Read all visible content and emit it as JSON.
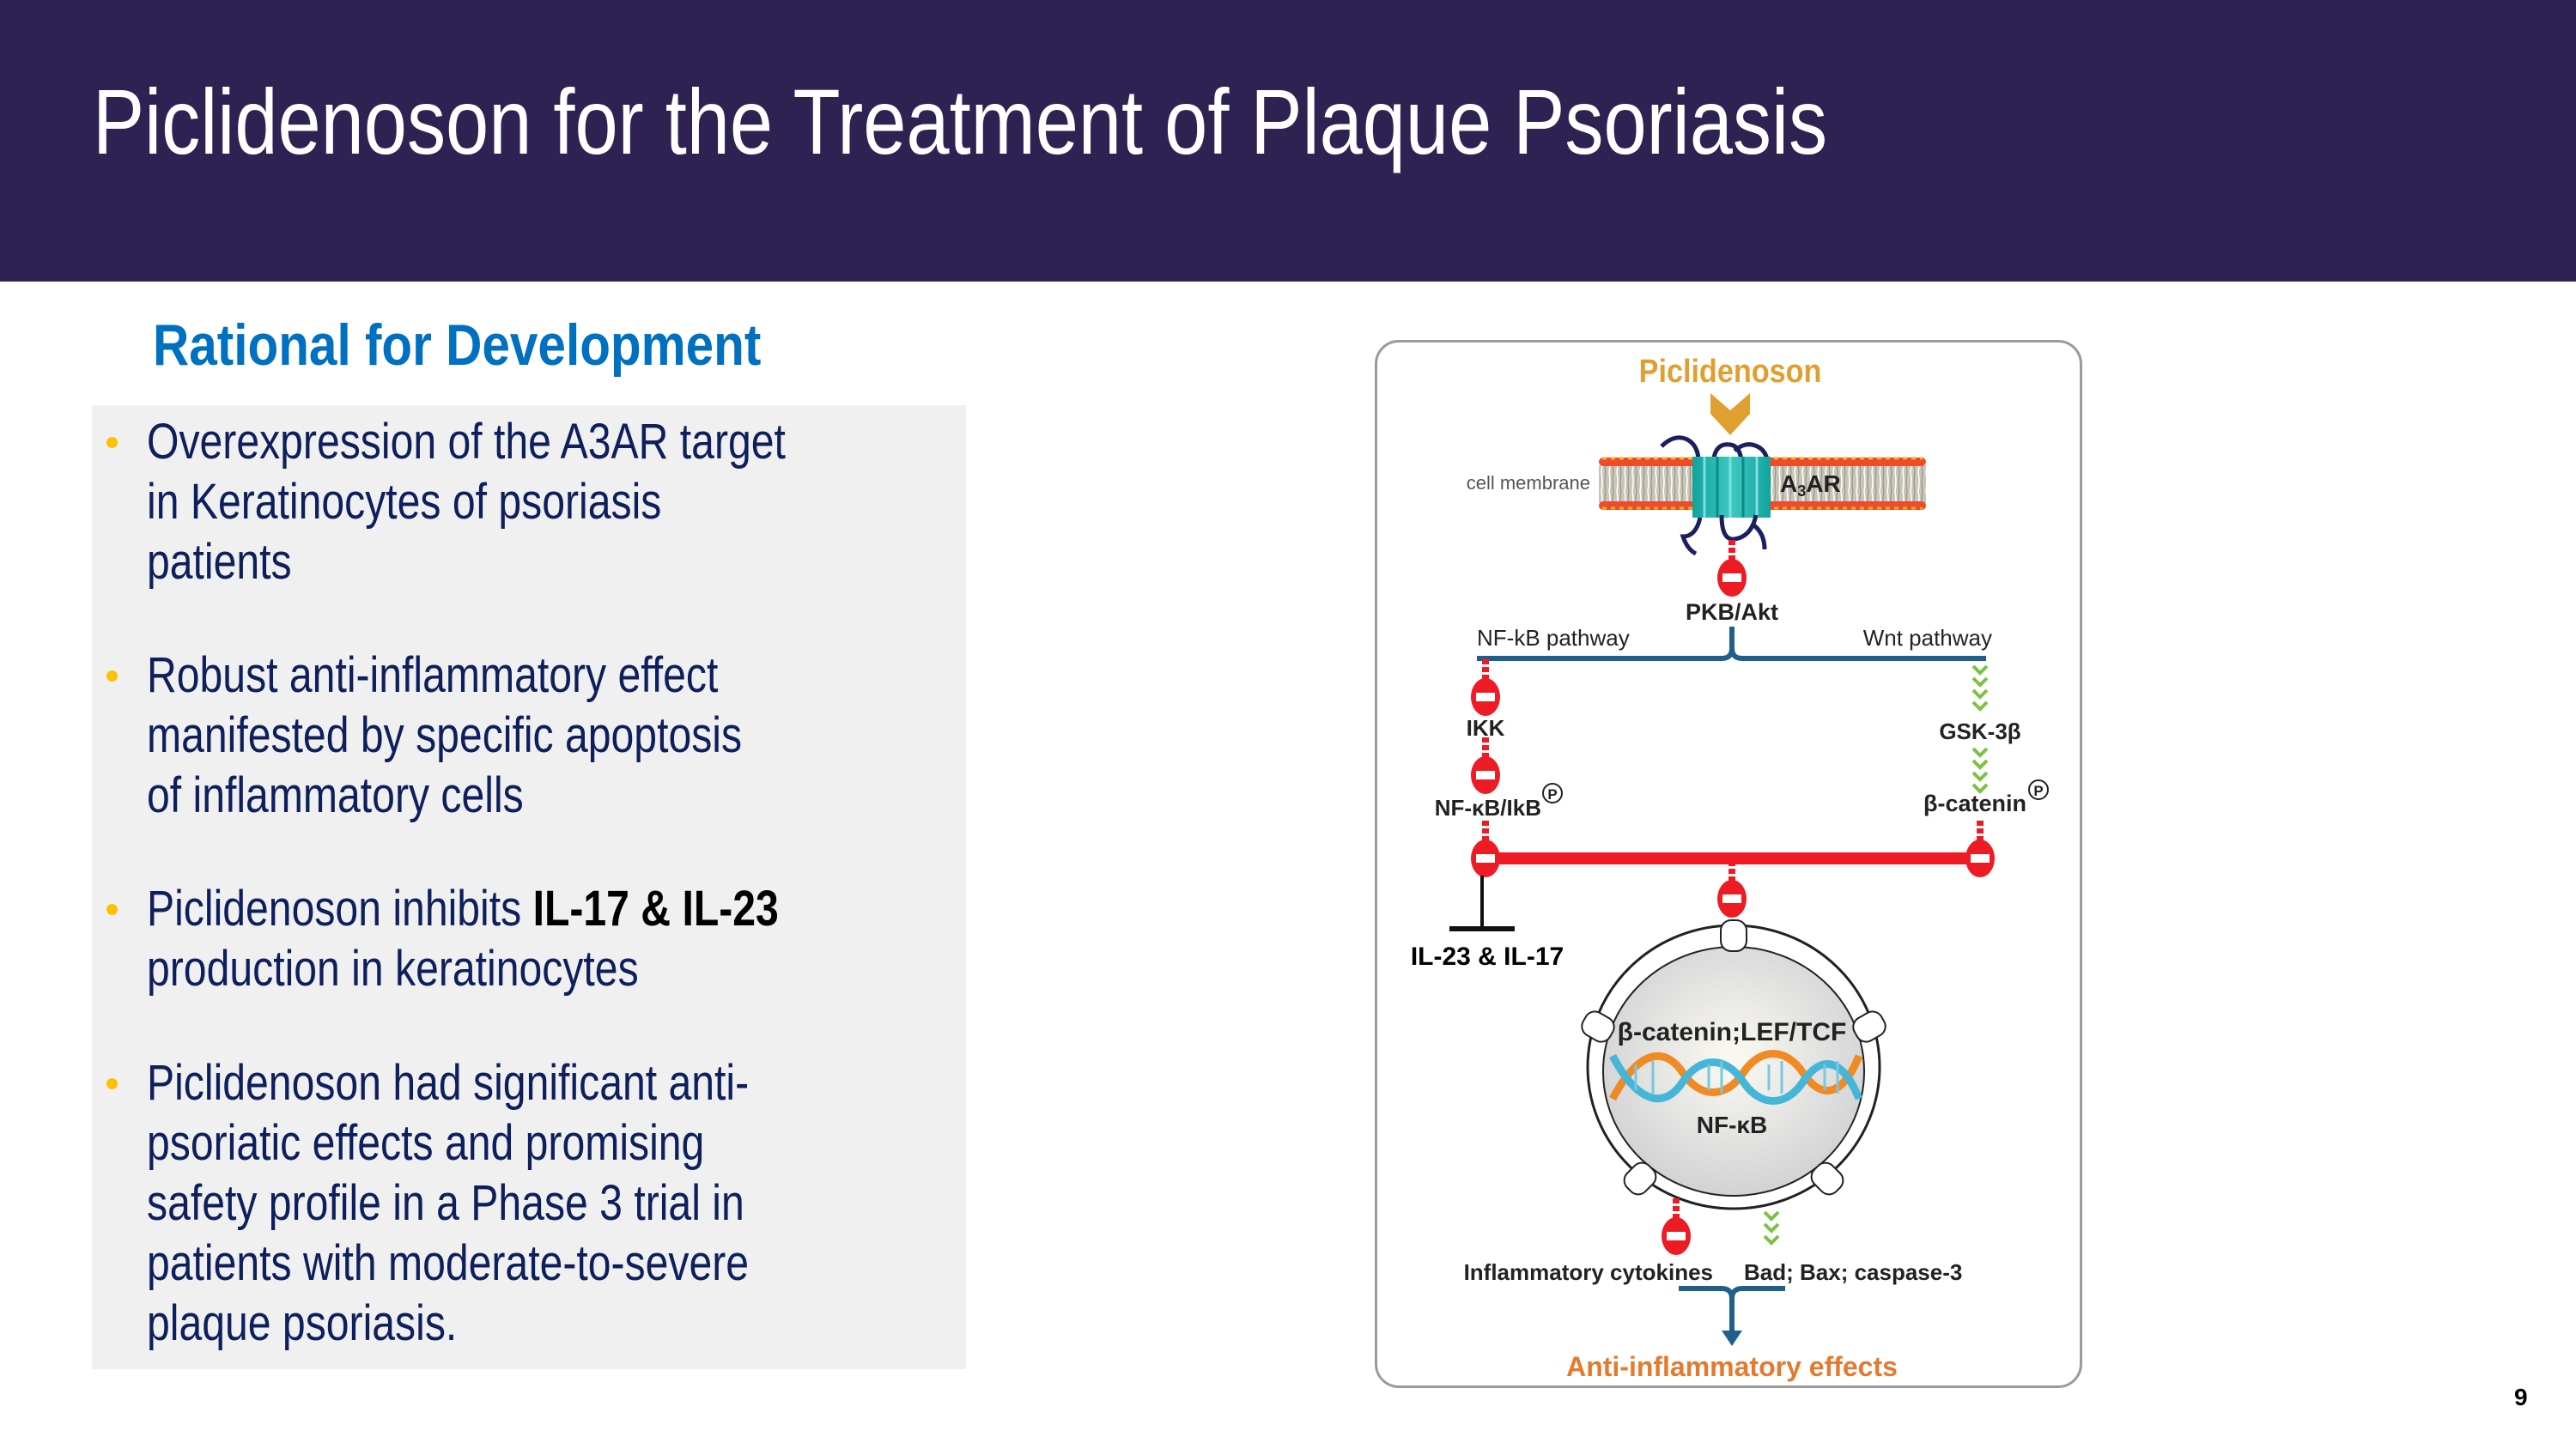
{
  "slide": {
    "title": "Piclidenoson for the Treatment of Plaque Psoriasis",
    "page_number": "9",
    "colors": {
      "header_bg": "#2d2252",
      "section_title": "#0070c0",
      "bullet_dot": "#ffc000",
      "body_text": "#0d1f5c",
      "content_bg": "#f0f0f0"
    }
  },
  "section": {
    "title": "Rational for Development",
    "bullets": [
      {
        "lines": [
          "Overexpression of the A3AR target",
          "in Keratinocytes of psoriasis",
          "patients"
        ]
      },
      {
        "lines": [
          "Robust anti-inflammatory effect",
          "manifested by specific apoptosis",
          "of inflammatory cells"
        ]
      },
      {
        "lines": [
          "Piclidenoson inhibits ",
          "production in keratinocytes"
        ],
        "bold": "IL-17 & IL-23"
      },
      {
        "lines": [
          "Piclidenoson had significant anti-",
          "psoriatic effects and promising",
          "safety profile in a Phase 3 trial in",
          "patients with moderate-to-severe",
          "plaque psoriasis."
        ]
      }
    ]
  },
  "diagram": {
    "drug": "Piclidenoson",
    "membrane_label": "cell membrane",
    "receptor_label": "A",
    "receptor_sub": "3",
    "receptor_label_rest": "AR",
    "pkb": "PKB/Akt",
    "nfkb_pathway": "NF-kB pathway",
    "wnt_pathway": "Wnt pathway",
    "ikk": "IKK",
    "nfkb_ikb": "NF-κB/IkB",
    "gsk": "GSK-3β",
    "beta_catenin": "β-catenin",
    "phospho": "P",
    "il_label": "IL-23 & IL-17",
    "nucleus_top": "β-catenin;LEF/TCF",
    "nucleus_bottom": "NF-κB",
    "cytokines": "Inflammatory cytokines",
    "apoptosis": "Bad; Bax; caspase-3",
    "outcome": "Anti-inflammatory effects",
    "colors": {
      "drug": "#e0a030",
      "inhibit": "#ed1c24",
      "activate": "#7dc142",
      "pathway": "#1f5f8b",
      "outcome": "#e57a2e",
      "receptor": "#1fb3ad",
      "chain": "#1c1f5e"
    }
  }
}
